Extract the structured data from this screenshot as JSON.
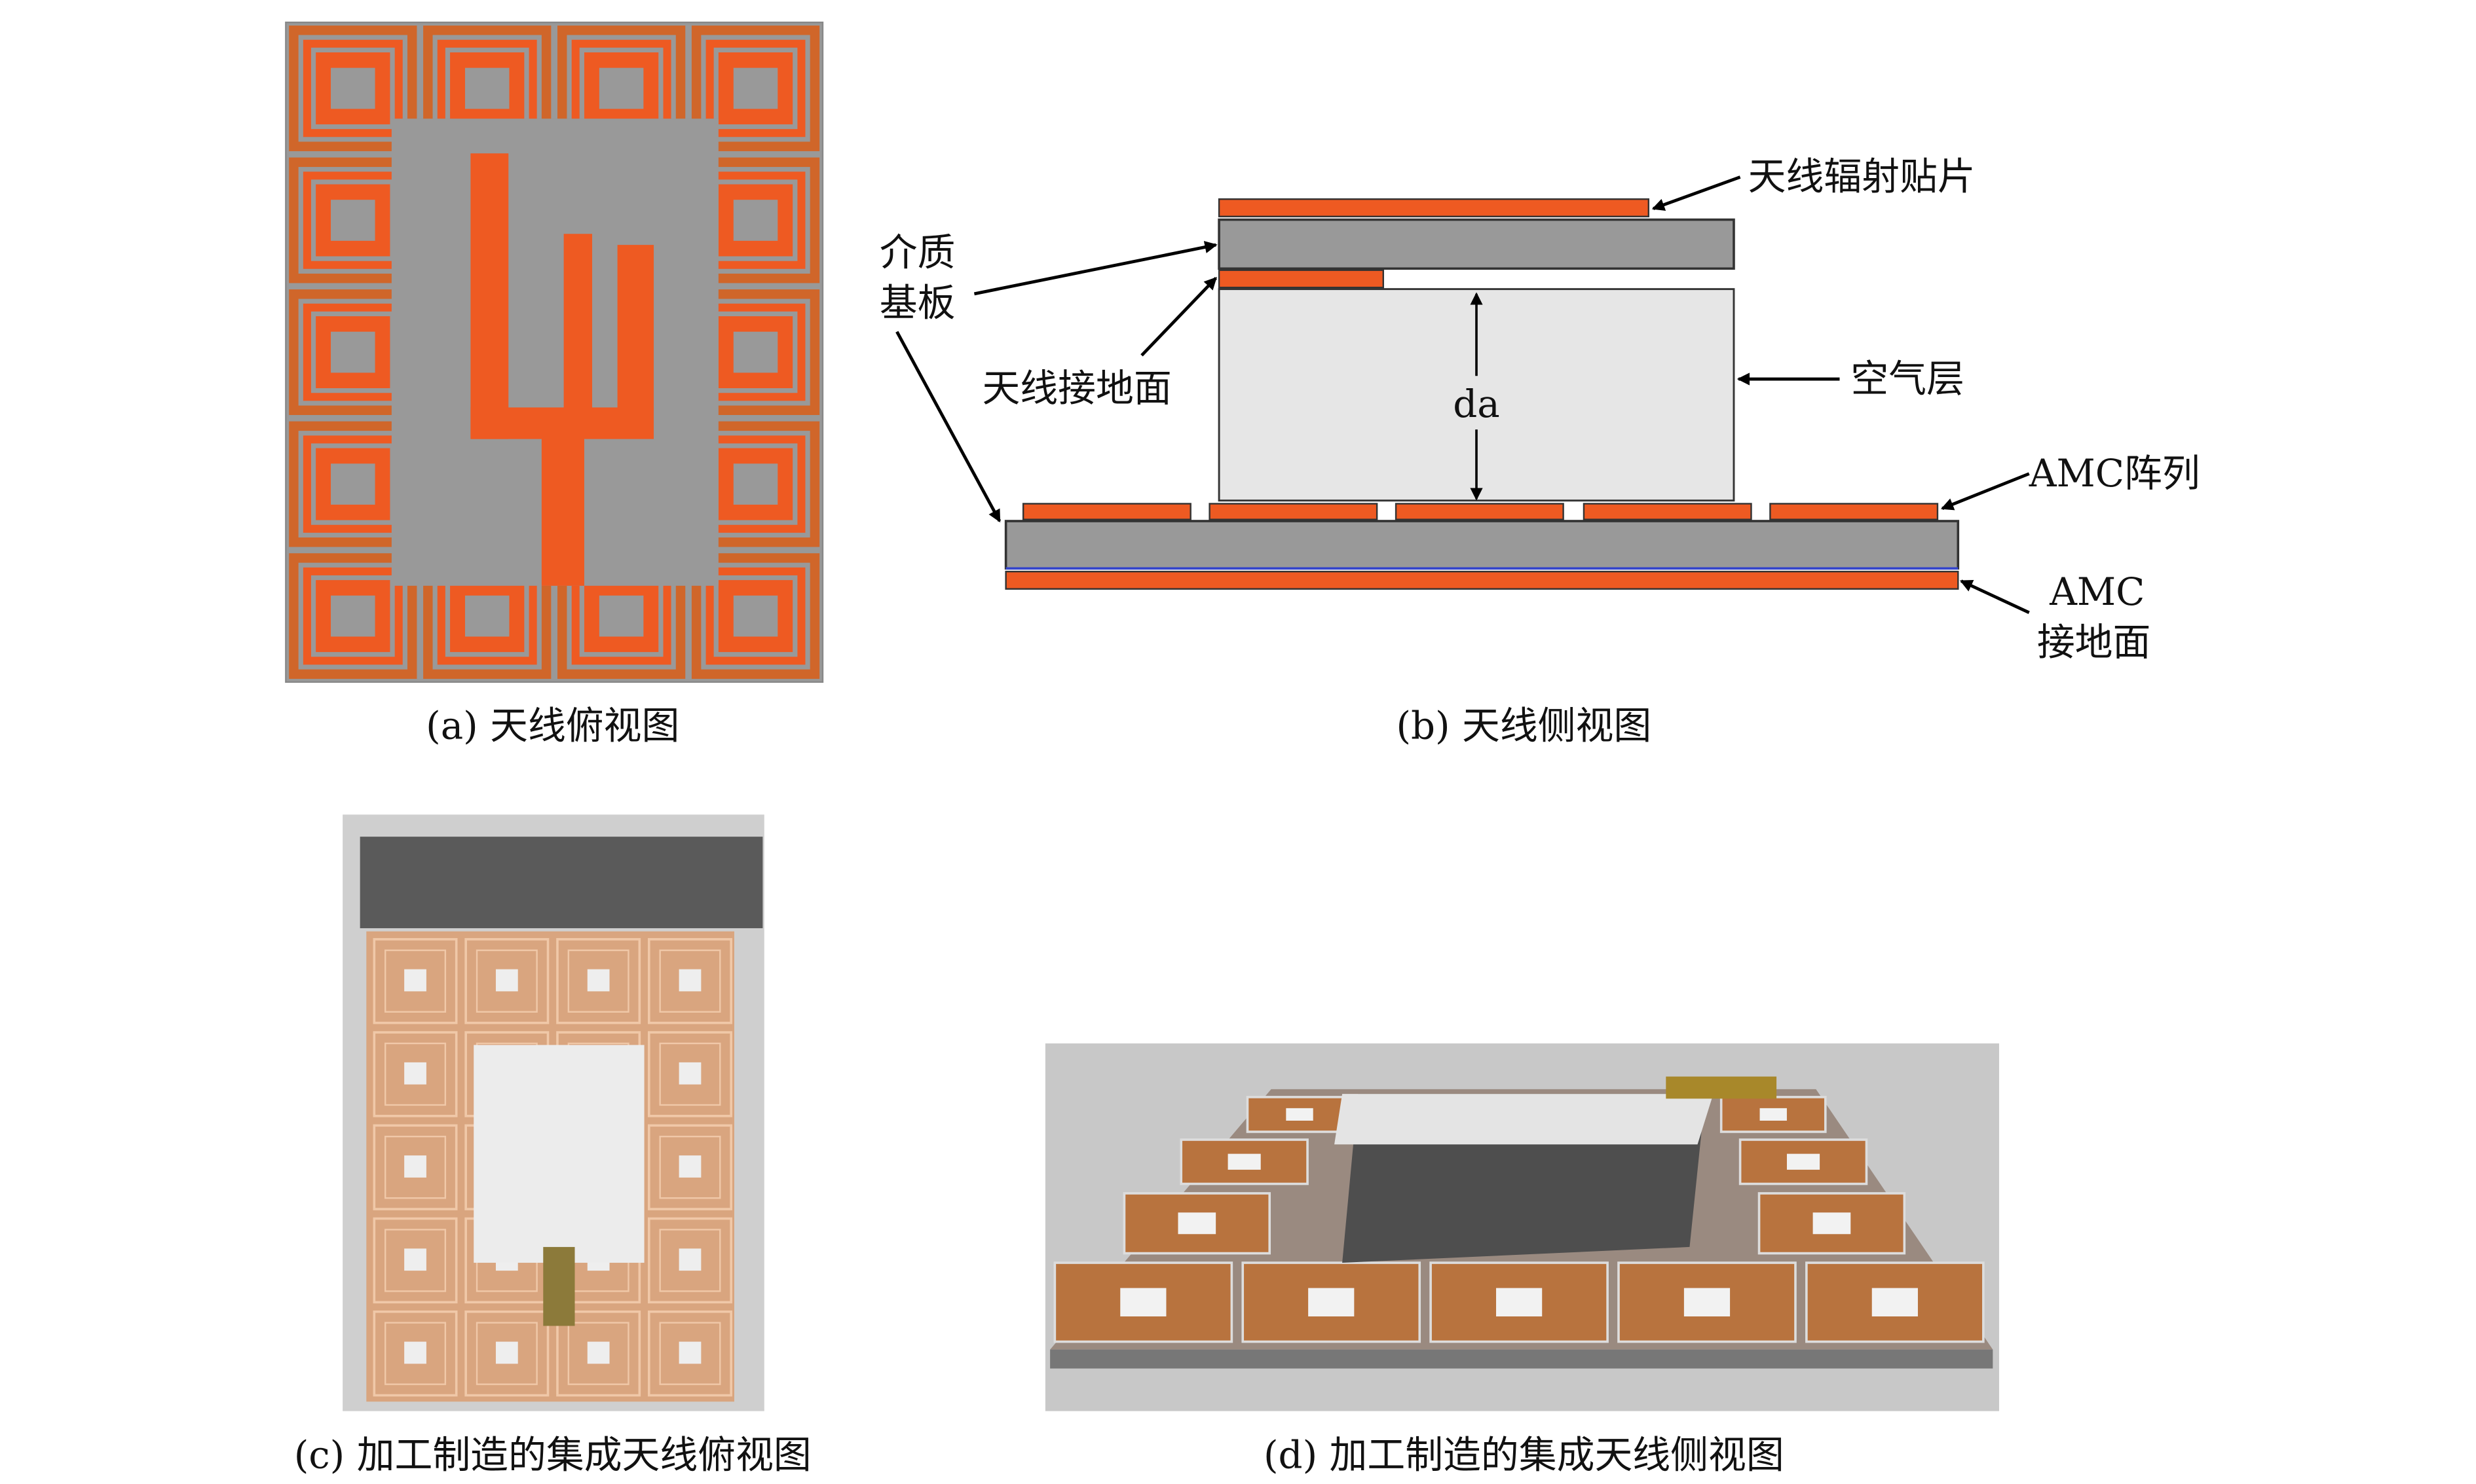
{
  "panels": {
    "a": {
      "caption": "(a) 天线俯视图"
    },
    "b": {
      "caption": "(b) 天线侧视图",
      "labels": {
        "radiating_patch": "天线辐射贴片",
        "substrate_line1": "介质",
        "substrate_line2": "基板",
        "antenna_ground": "天线接地面",
        "air_layer": "空气层",
        "amc_array": "AMC阵列",
        "amc_ground_line1": "AMC",
        "amc_ground_line2": "接地面",
        "gap": "da"
      }
    },
    "c": {
      "caption": "(c) 加工制造的集成天线俯视图"
    },
    "d": {
      "caption": "(d) 加工制造的集成天线侧视图"
    }
  },
  "colors": {
    "copper": "#ee5a22",
    "substrate": "#999999",
    "air": "#e6e6e6",
    "photo_board": "#d9a57f",
    "photo_bg": "#c8c8c8"
  }
}
